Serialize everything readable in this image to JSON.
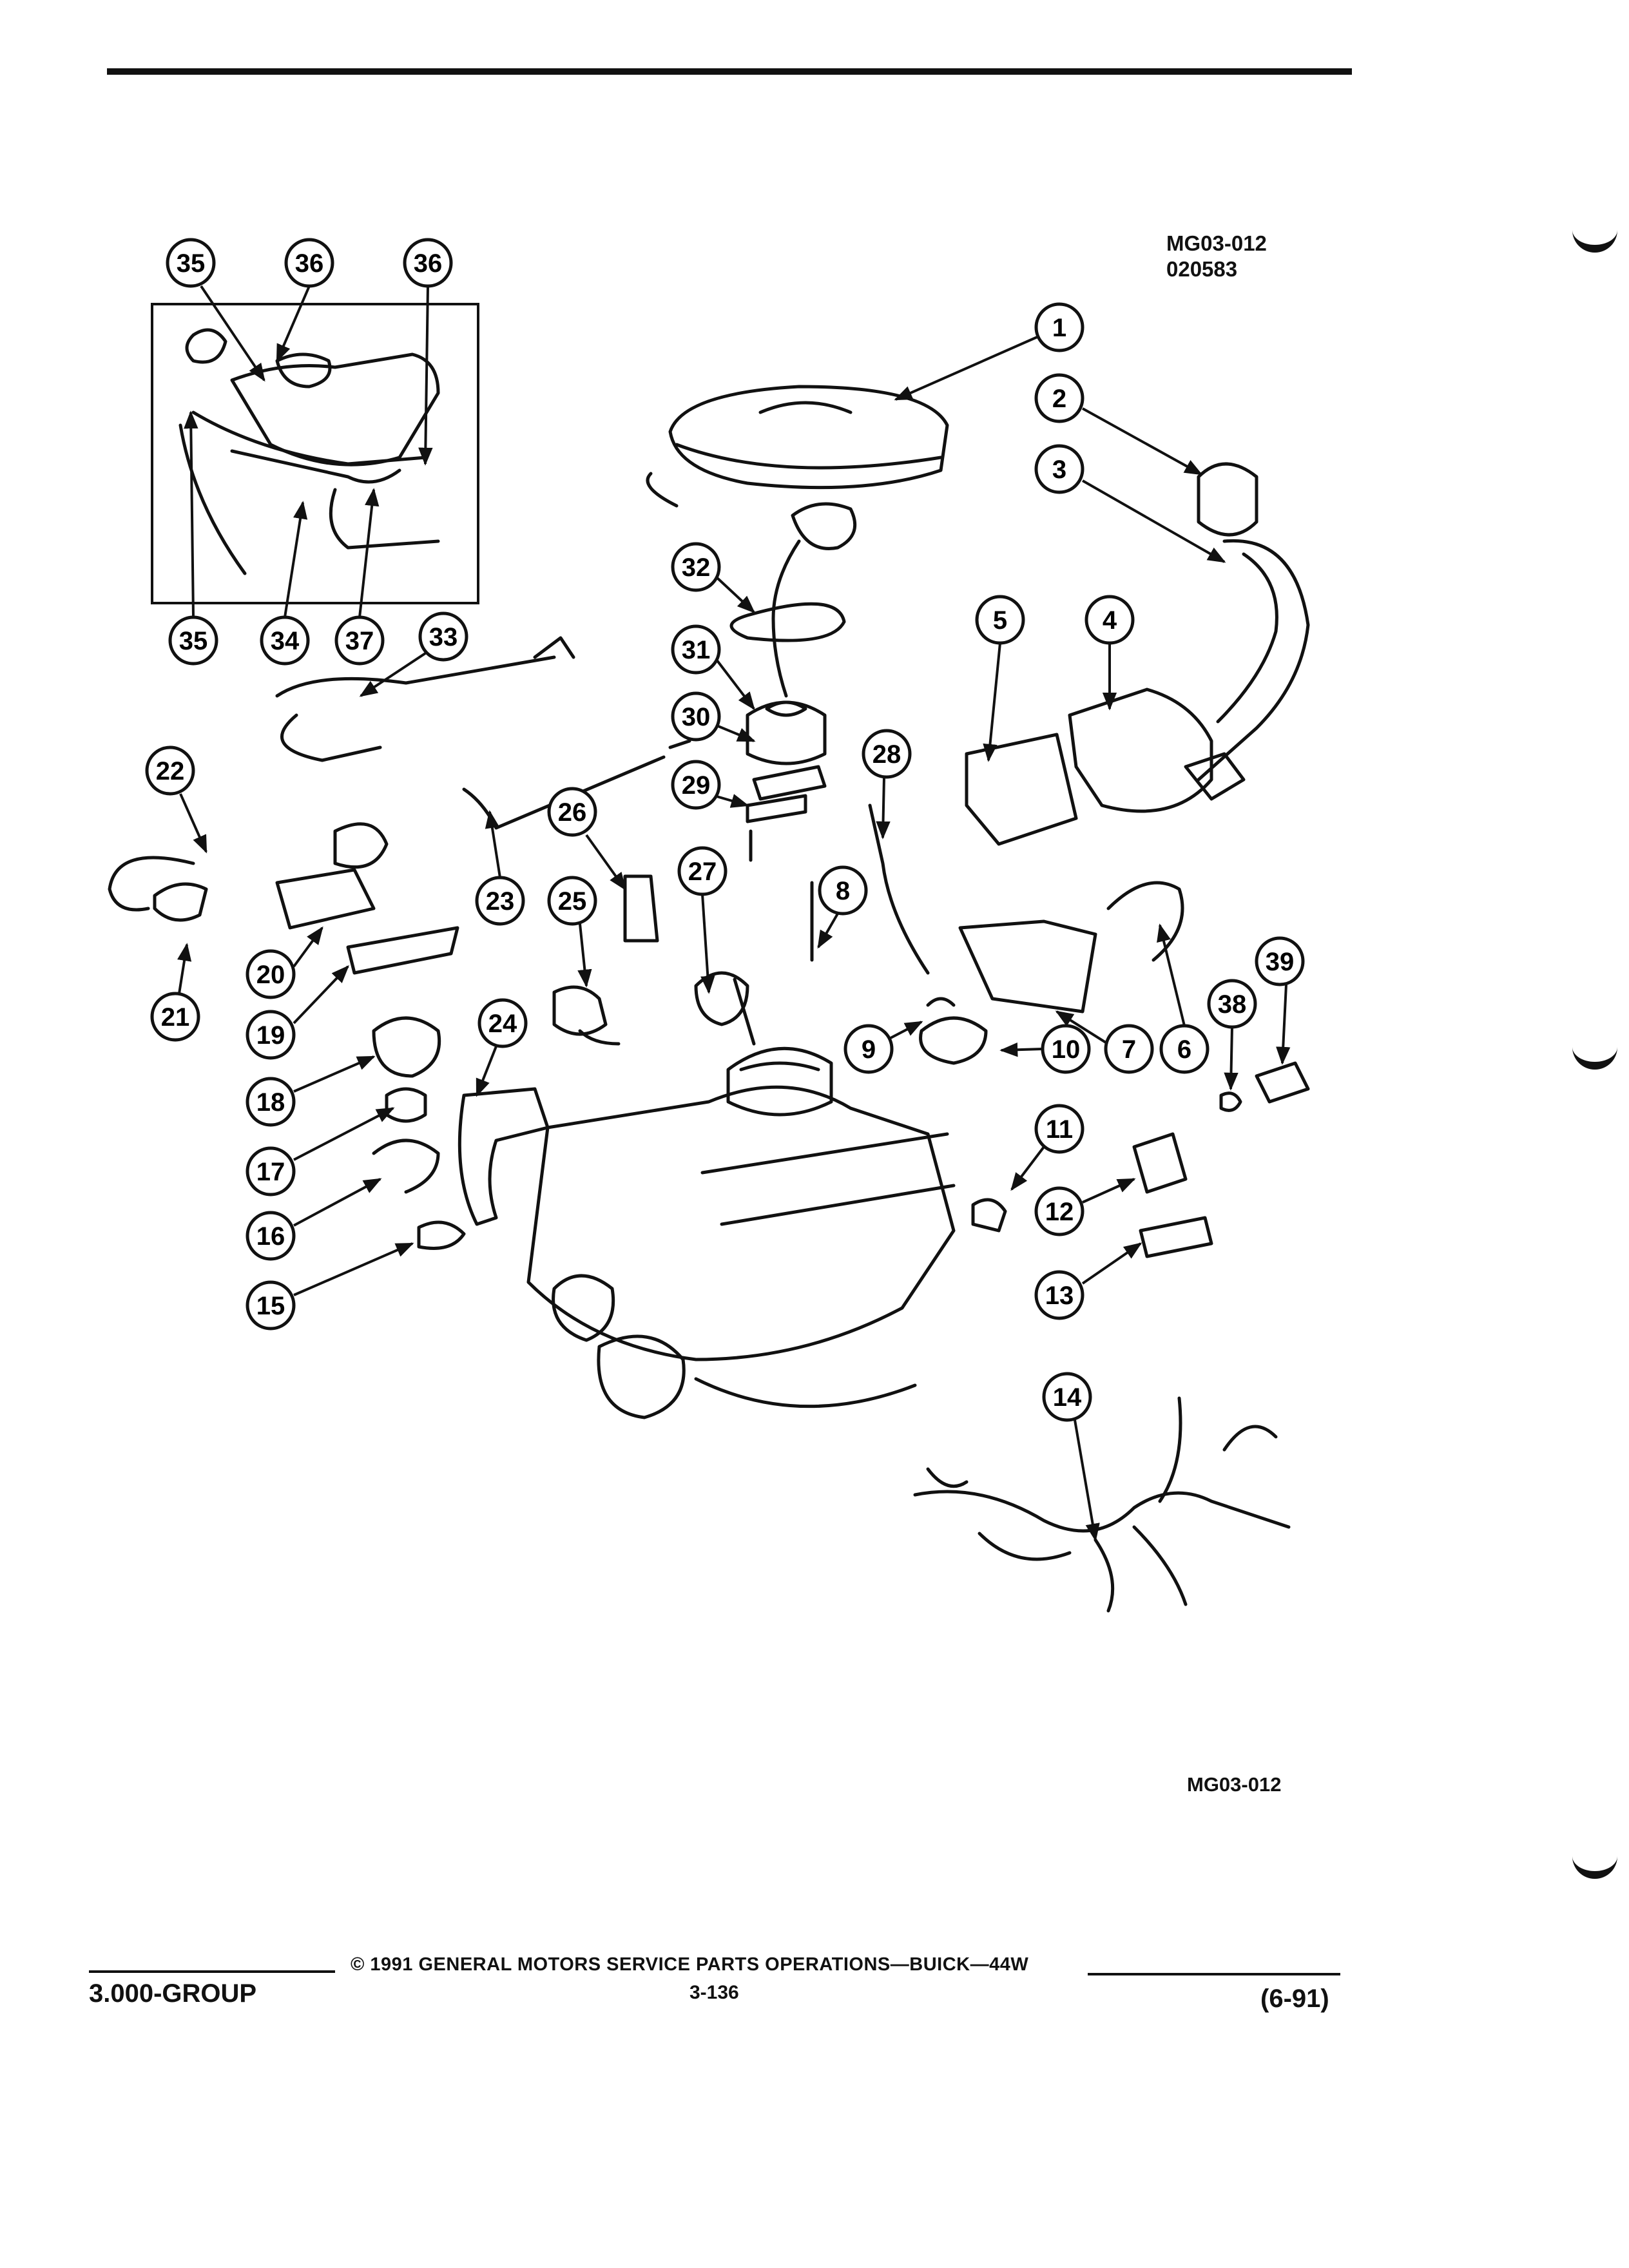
{
  "header": {
    "illustration_id": "MG03-012",
    "illustration_date": "020583"
  },
  "diagram": {
    "callouts": [
      "1",
      "2",
      "3",
      "4",
      "5",
      "6",
      "7",
      "8",
      "9",
      "10",
      "11",
      "12",
      "13",
      "14",
      "15",
      "16",
      "17",
      "18",
      "19",
      "20",
      "21",
      "22",
      "23",
      "24",
      "25",
      "26",
      "27",
      "28",
      "29",
      "30",
      "31",
      "32",
      "33",
      "34",
      "35",
      "36",
      "37",
      "38",
      "39"
    ],
    "inset_callouts": [
      "35",
      "36",
      "36",
      "35",
      "34",
      "37"
    ]
  },
  "bottom_label": "MG03-012",
  "footer": {
    "copyright": "© 1991 GENERAL MOTORS SERVICE PARTS OPERATIONS—BUICK—44W",
    "group": "3.000-GROUP",
    "page": "3-136",
    "revision": "(6-91)"
  }
}
